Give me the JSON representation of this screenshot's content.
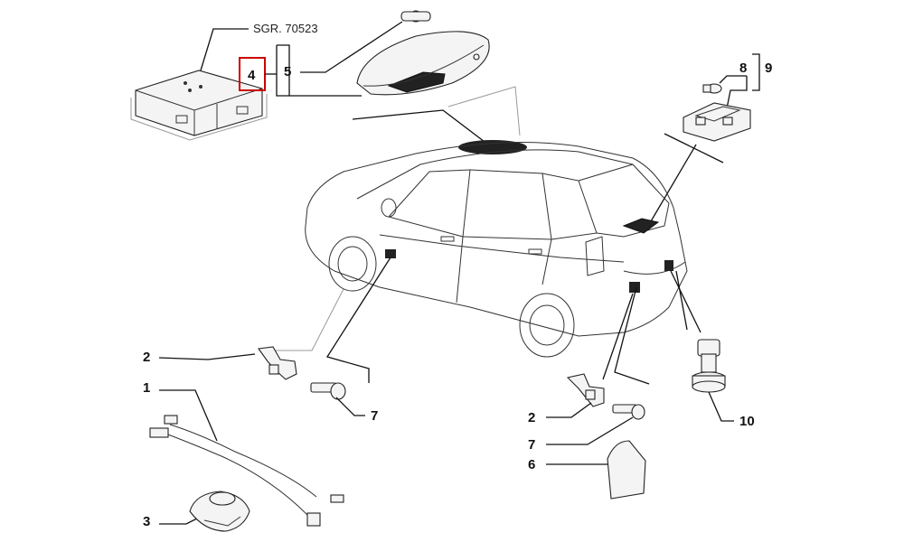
{
  "reference_text": "SGR. 70523",
  "highlight_color": "#cc0000",
  "callouts": {
    "c4": "4",
    "c5": "5",
    "c8": "8",
    "c9": "9",
    "c2a": "2",
    "c1": "1",
    "c3": "3",
    "c7a": "7",
    "c2b": "2",
    "c7b": "7",
    "c6": "6",
    "c10": "10"
  }
}
